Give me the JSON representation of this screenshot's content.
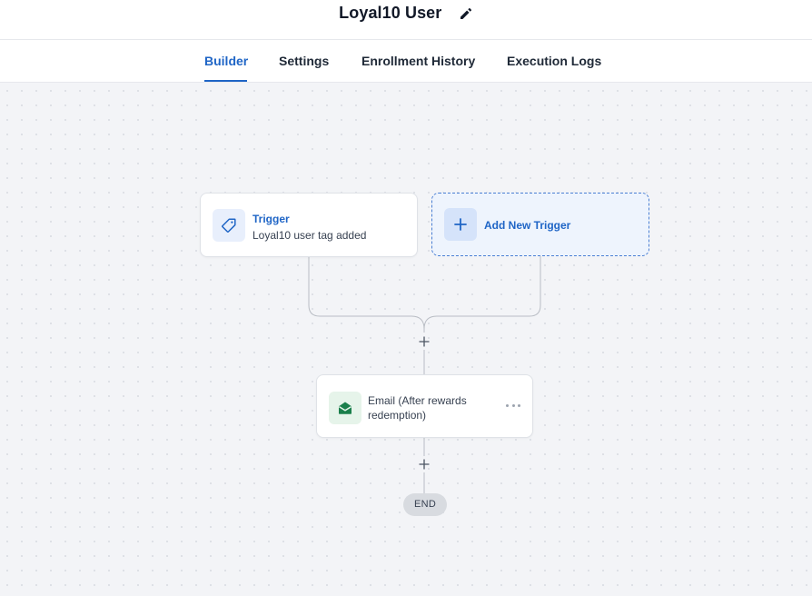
{
  "header": {
    "title": "Loyal10 User"
  },
  "tabs": [
    {
      "label": "Builder",
      "active": true
    },
    {
      "label": "Settings",
      "active": false
    },
    {
      "label": "Enrollment History",
      "active": false
    },
    {
      "label": "Execution Logs",
      "active": false
    }
  ],
  "workflow": {
    "trigger": {
      "title": "Trigger",
      "subtitle": "Loyal10 user tag added",
      "icon": "tag-icon"
    },
    "add_trigger": {
      "label": "Add New Trigger",
      "icon": "plus-icon"
    },
    "steps": [
      {
        "label": "Email (After rewards redemption)",
        "icon": "mail-open-icon"
      }
    ],
    "end_label": "END"
  },
  "colors": {
    "accent": "#1f65c6",
    "email_icon": "#1a7f4b",
    "background": "#f3f4f7"
  }
}
